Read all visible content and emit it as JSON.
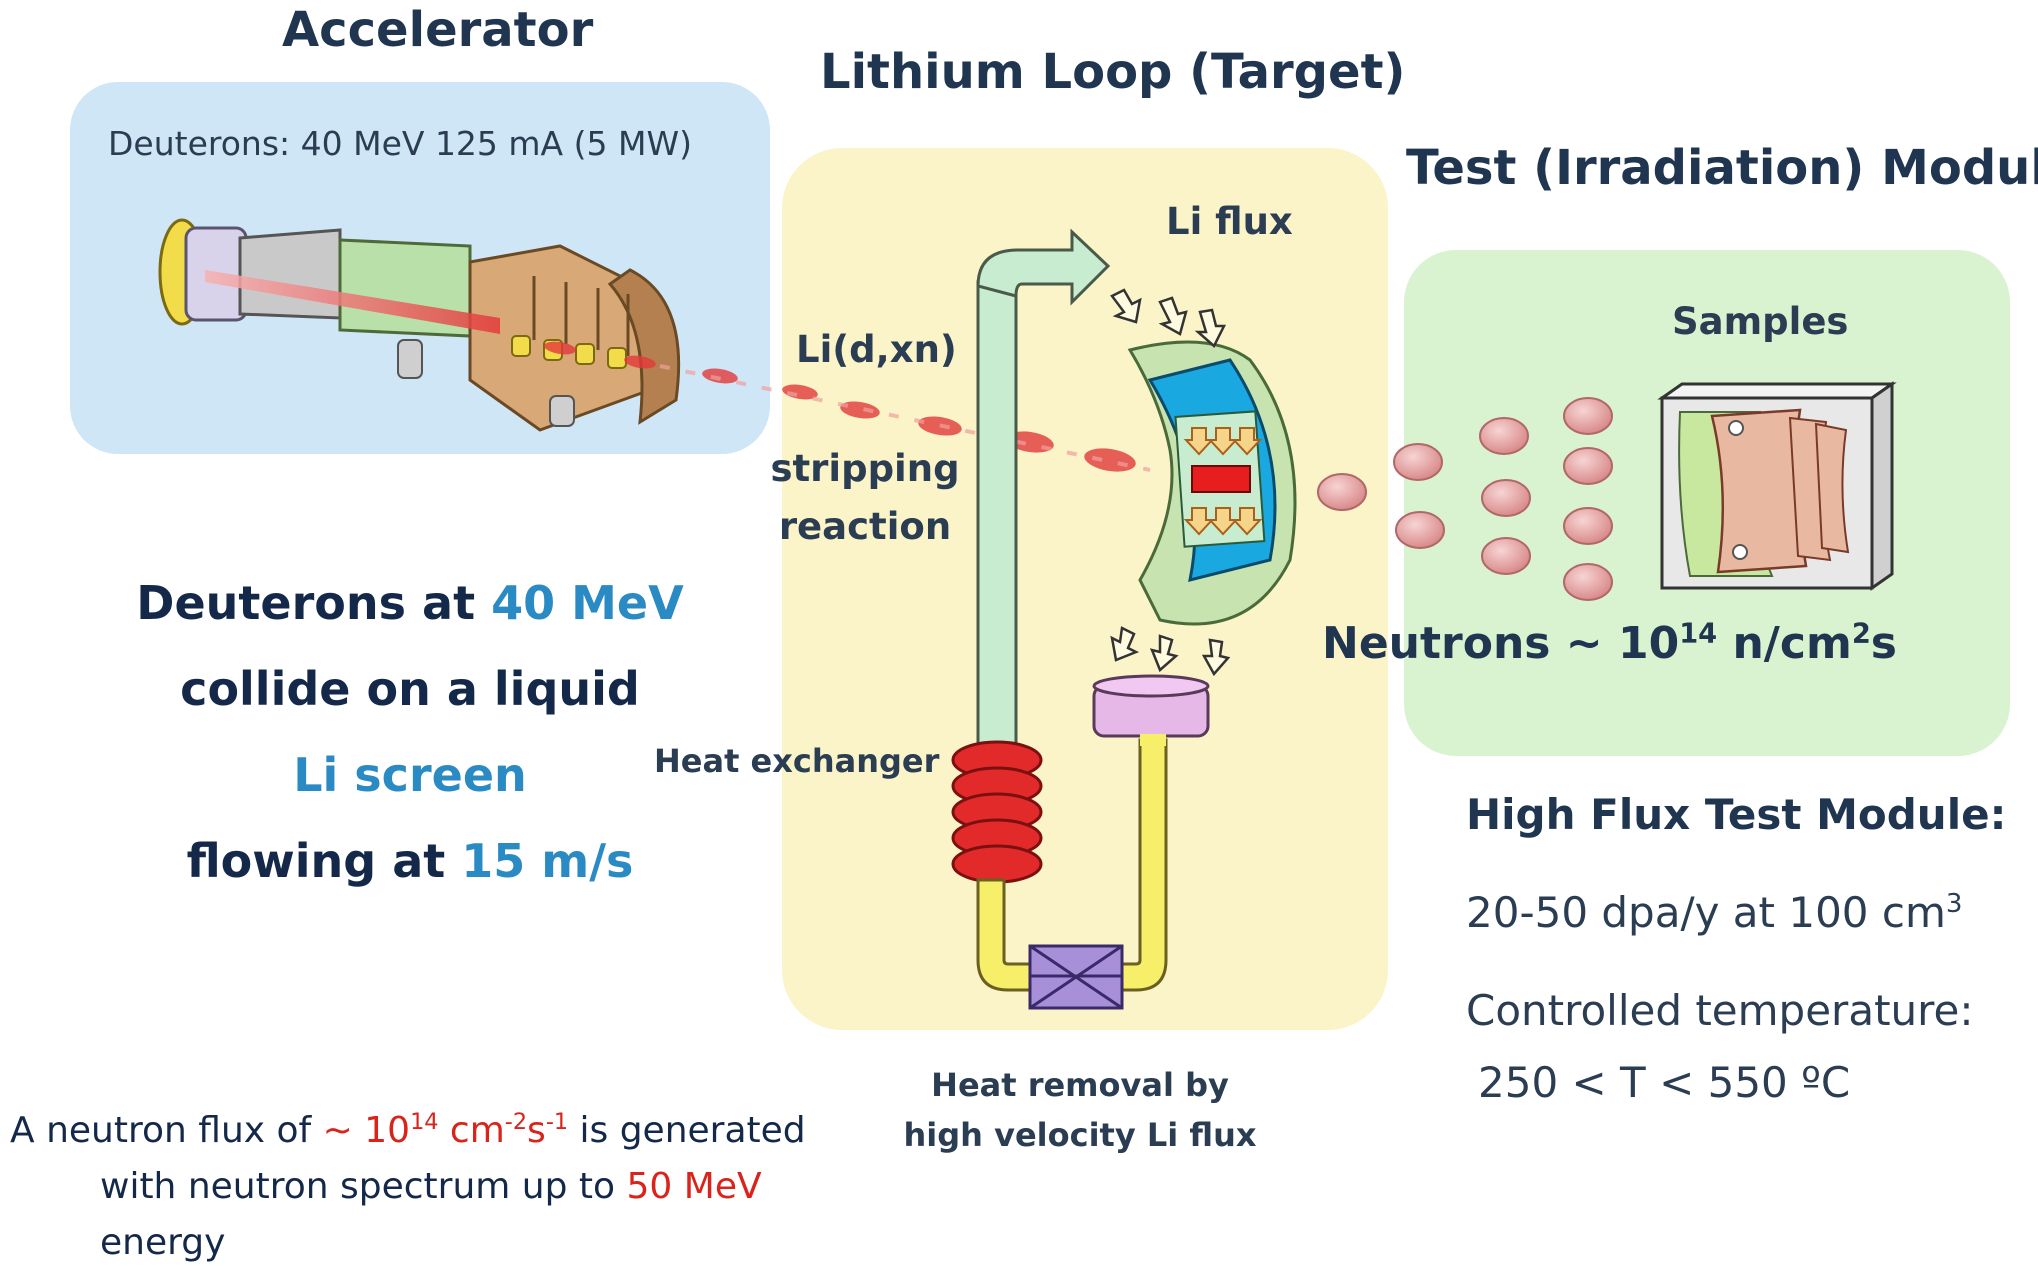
{
  "titles": {
    "accelerator": "Accelerator",
    "lithium_loop": "Lithium Loop (Target)",
    "test_module": "Test (Irradiation) Module"
  },
  "accelerator": {
    "deuteron_spec": "Deuterons: 40 MeV 125 mA (5 MW)"
  },
  "lithium_loop": {
    "li_flux": "Li flux",
    "reaction_formula": "Li(d,xn)",
    "reaction_line1": "stripping",
    "reaction_line2": "reaction",
    "heat_exchanger": "Heat exchanger",
    "heat_removal_line1": "Heat removal by",
    "heat_removal_line2": "high velocity Li flux"
  },
  "test_module": {
    "samples": "Samples",
    "neutrons_prefix": "Neutrons  ~ 10",
    "neutrons_exp": "14",
    "neutrons_unit": " n/cm",
    "neutrons_unit_exp": "2",
    "neutrons_suffix": "s"
  },
  "summary": {
    "p1": "Deuterons at ",
    "v1": "40 MeV",
    "p2": "collide on a liquid",
    "v2": "Li screen",
    "p3": "flowing at ",
    "v3": "15 m/s"
  },
  "footnote": {
    "a": "A neutron flux of ",
    "flux_base": "~ 10",
    "flux_exp1": "14",
    "flux_cm": " cm",
    "flux_exp2": "-2",
    "flux_s": "s",
    "flux_exp3": "-1",
    "b": " is generated",
    "c": "with neutron spectrum up to ",
    "energy": "50 MeV",
    "d": "energy"
  },
  "high_flux": {
    "title": "High Flux Test Module:",
    "dpa": "20-50 dpa/y at 100 cm",
    "dpa_exp": "3",
    "ct": "Controlled temperature:",
    "range": "250 < T < 550 ºC"
  },
  "colors": {
    "accel_panel": "#cfe6f7",
    "lithium_panel": "#fbf4c8",
    "test_panel": "#d9f2cf",
    "highlight_blue": "#2a8ac4",
    "highlight_red": "#d9241b"
  }
}
